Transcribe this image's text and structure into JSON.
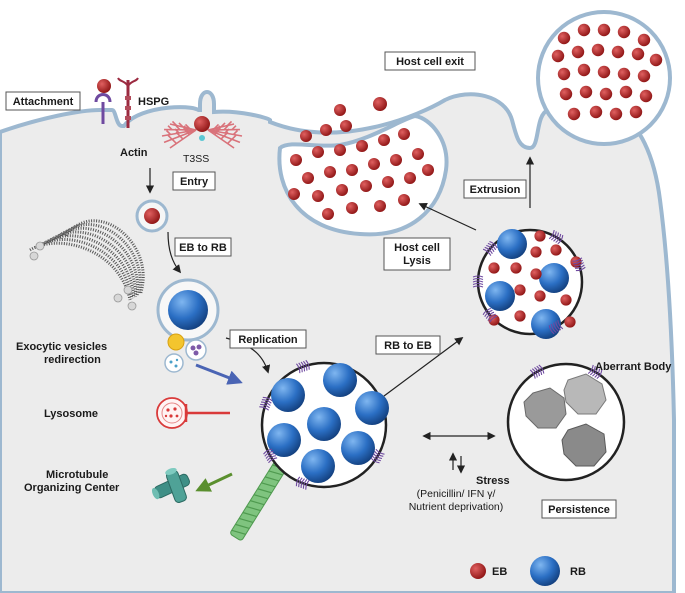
{
  "labels": {
    "attachment": "Attachment",
    "hspg": "HSPG",
    "actin": "Actin",
    "t3ss": "T3SS",
    "entry": "Entry",
    "eb_to_rb": "EB to RB",
    "replication": "Replication",
    "rb_to_eb": "RB to EB",
    "host_cell_exit": "Host cell exit",
    "extrusion": "Extrusion",
    "host_cell_lysis_1": "Host cell",
    "host_cell_lysis_2": "Lysis",
    "exocytic_1": "Exocytic vesicles",
    "exocytic_2": "redirection",
    "lysosome": "Lysosome",
    "mtoc_1": "Microtubule",
    "mtoc_2": "Organizing Center",
    "aberrant_body": "Aberrant Body",
    "stress": "Stress",
    "stress_detail_1": "(Penicillin/ IFN γ/",
    "stress_detail_2": "Nutrient deprivation)",
    "persistence": "Persistence"
  },
  "legend": {
    "eb": "EB",
    "rb": "RB"
  },
  "colors": {
    "cell_fill": "#ececec",
    "membrane": "#9db8d0",
    "eb_red": "#b42424",
    "rb_blue": "#2b6fc4",
    "aberrant_gray": "#9a9a9a",
    "inhibit_red": "#d93a3a",
    "redirect_blue": "#4a64b4",
    "mtoc_green": "#5a8f2e",
    "microtubule_green": "#7fc47f",
    "actin_red": "#d9727a",
    "lipid_purple": "#6f4aa0"
  }
}
